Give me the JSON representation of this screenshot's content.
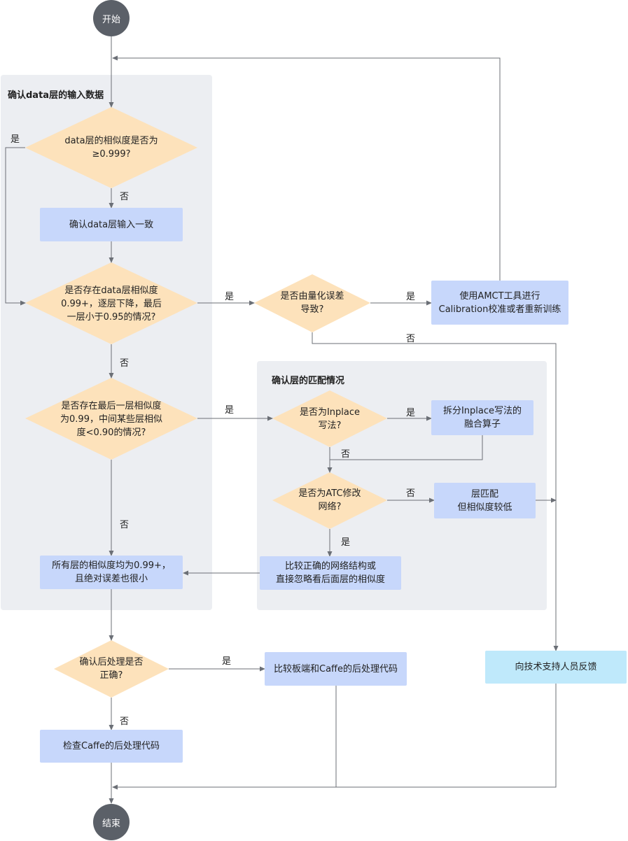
{
  "colors": {
    "panel": "#eceef2",
    "decision": "#fde2bb",
    "process": "#c7d7fb",
    "support": "#bfe9fb",
    "terminal": "#5b6068",
    "line": "#6b6f76"
  },
  "start": "开始",
  "end": "结束",
  "panels": {
    "data_layer": "确认data层的输入数据",
    "layer_match": "确认层的匹配情况"
  },
  "nodes": {
    "d1": "data层的相似度是否为\n≥0.999?",
    "p1": "确认data层输入一致",
    "d2": "是否存在data层相似度\n0.99+，逐层下降，最后\n一层小于0.95的情况?",
    "d3": "是否由量化误差\n导致?",
    "p_amct": "使用AMCT工具进行\nCalibration校准或者重新训练",
    "d4": "是否存在最后一层相似度\n为0.99，中间某些层相似\n度<0.90的情况?",
    "d_inplace": "是否为Inplace\n写法?",
    "p_split": "拆分Inplace写法的\n融合算子",
    "d_atc": "是否为ATC修改\n网络?",
    "p_match": "层匹配\n但相似度较低",
    "p_compare": "比较正确的网络结构或\n直接忽略看后面层的相似度",
    "p_all": "所有层的相似度均为0.99+，\n且绝对误差也很小",
    "d_post": "确认后处理是否\n正确?",
    "p_board": "比较板端和Caffe的后处理代码",
    "p_support": "向技术支持人员反馈",
    "p_check": "检查Caffe的后处理代码"
  },
  "edge_labels": {
    "yes": "是",
    "no": "否"
  }
}
